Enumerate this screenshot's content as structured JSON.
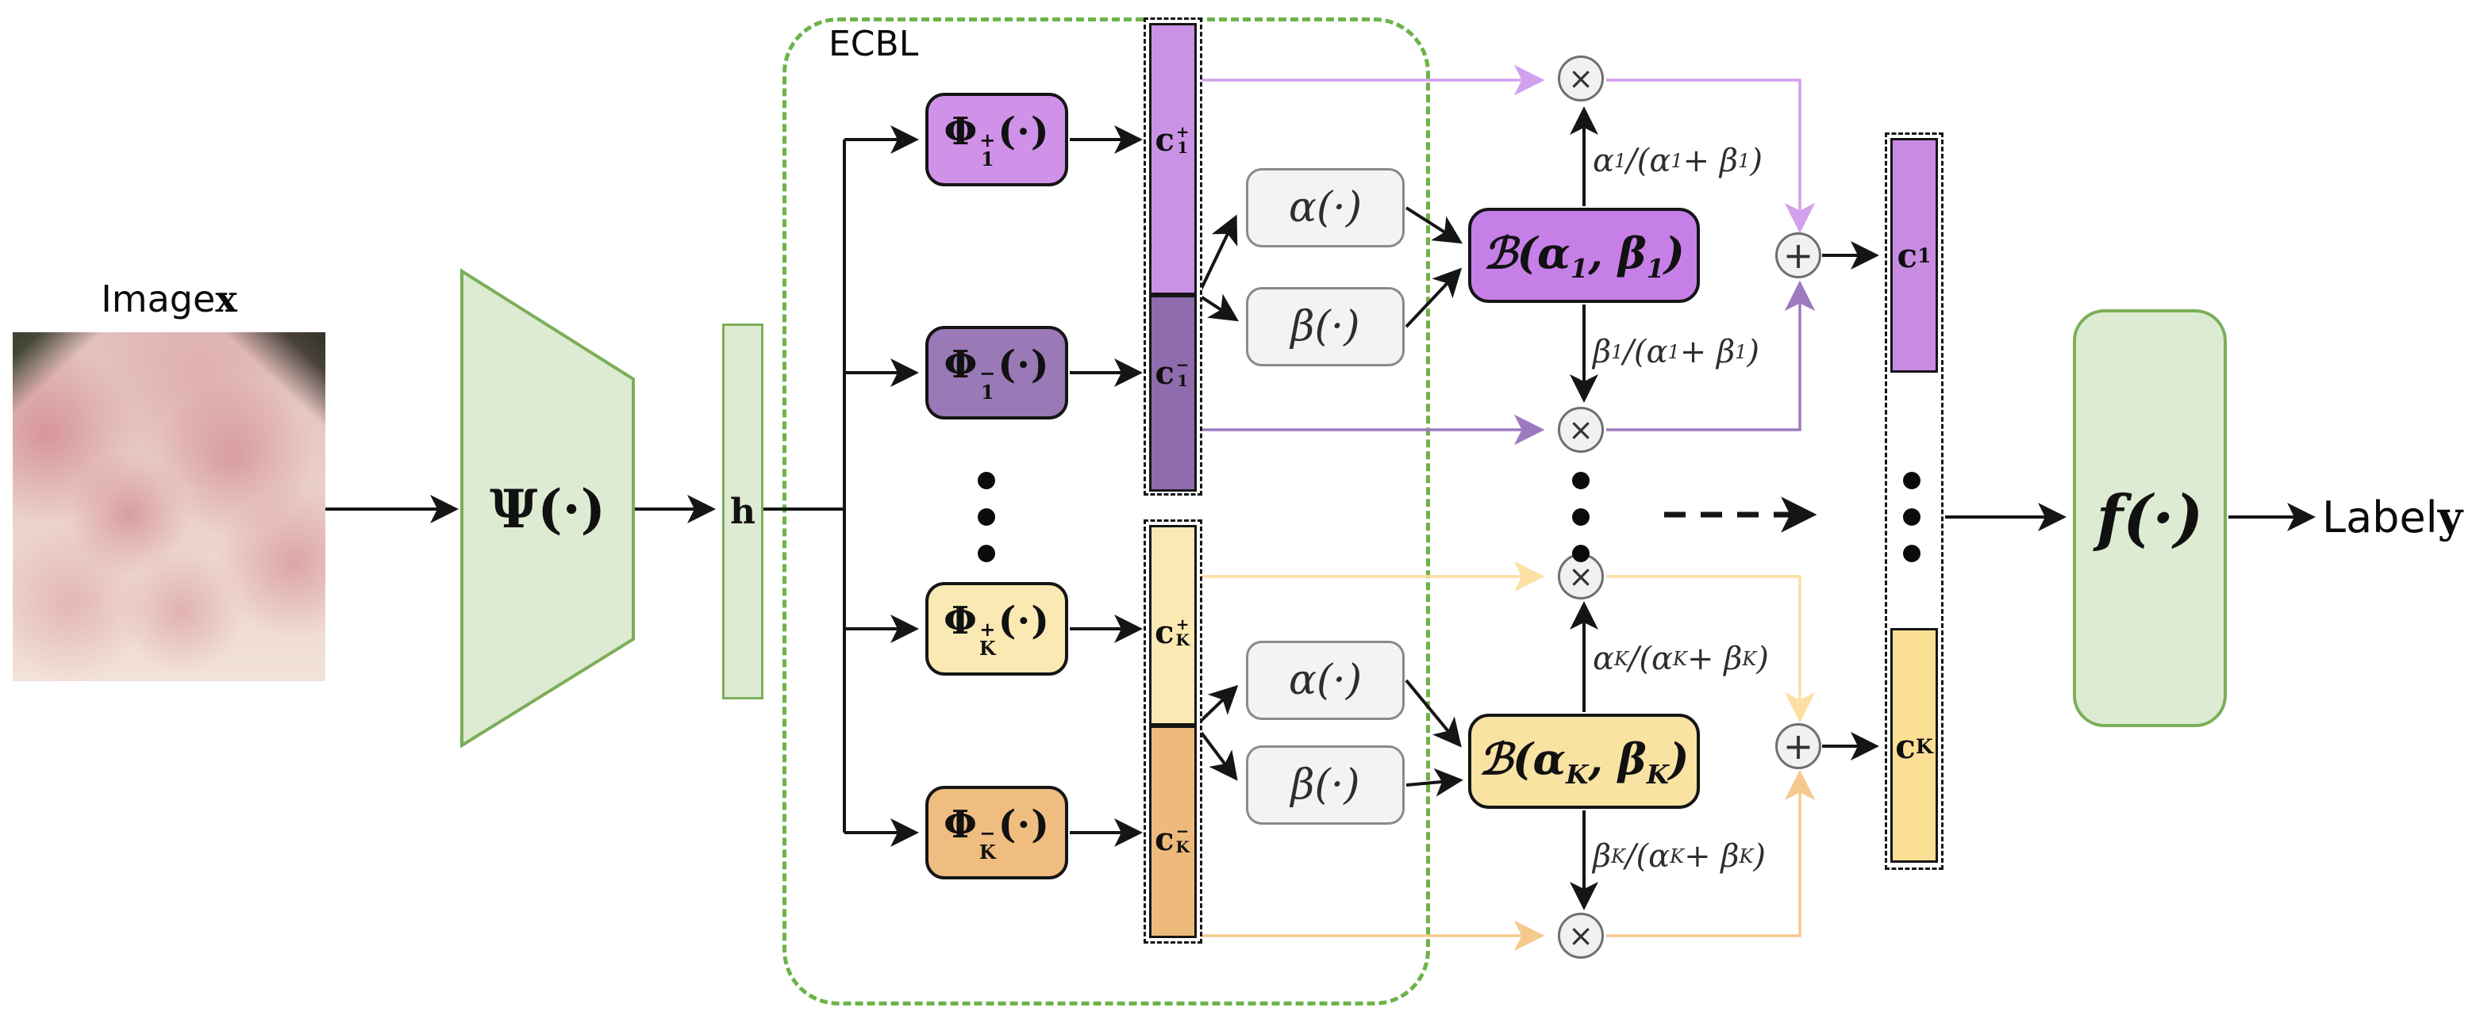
{
  "diagram": {
    "labels": {
      "image": "Image <b class='vec'>x</b>",
      "backbone": "Ψ(·)",
      "hidden": "h",
      "ecbl": "ECBL",
      "phi1p": "Φ<span class='ss'><span>+</span><span>1</span></span>(·)",
      "phi1m": "Φ<span class='ss'><span>−</span><span>1</span></span>(·)",
      "phiKp": "Φ<span class='ss'><span>+</span><span>K</span></span>(·)",
      "phiKm": "Φ<span class='ss'><span>−</span><span>K</span></span>(·)",
      "c1p": "c<span class='ss'><span>+</span><span>1</span></span>",
      "c1m": "c<span class='ss'><span>−</span><span>1</span></span>",
      "cKp": "c<span class='ss'><span>+</span><span>K</span></span>",
      "cKm": "c<span class='ss'><span>−</span><span>K</span></span>",
      "alpha_fn": "α(·)",
      "beta_fn": "β(·)",
      "beta_block_1": "ℬ(α<sub>1</sub>, β<sub>1</sub>)",
      "beta_block_K": "ℬ(α<sub>K</sub>, β<sub>K</sub>)",
      "ratio_alpha_1": "α<sub>1</sub>/(α<sub>1</sub> + β<sub>1</sub>)",
      "ratio_beta_1": "β<sub>1</sub>/(α<sub>1</sub> + β<sub>1</sub>)",
      "ratio_alpha_K": "α<sub>K</sub>/(α<sub>K</sub> + β<sub>K</sub>)",
      "ratio_beta_K": "β<sub>K</sub>/(α<sub>K</sub> + β<sub>K</sub>)",
      "times": "×",
      "plus": "+",
      "c1": "c<sub>1</sub>",
      "cK": "c<sub>K</sub>",
      "classifier": "f(·)",
      "output": "Label <b class='vec'>y</b>"
    },
    "colors": {
      "green_fill": "#dcebd2",
      "green_stroke": "#7cae59",
      "ecbl_dash": "#6db348",
      "phi1p_fill": "#d092e8",
      "phi1m_fill": "#9a79b7",
      "phiKp_fill": "#fbe9b3",
      "phiKm_fill": "#f0bd80",
      "bar1p_fill": "#ca92e4",
      "bar1m_fill": "#8f6cae",
      "barKp_fill": "#fbe9b3",
      "barKm_fill": "#eeba7b",
      "beta1_fill": "#c77fe8",
      "betaK_fill": "#f8e3a3",
      "out1_fill": "#c88be2",
      "outK_fill": "#fbdf94",
      "wire_purple_light": "#d2a0ec",
      "wire_purple_dark": "#9d7ac0",
      "wire_yellow": "#fcdfa2",
      "wire_orange": "#f6c98e",
      "black": "#151515"
    }
  }
}
